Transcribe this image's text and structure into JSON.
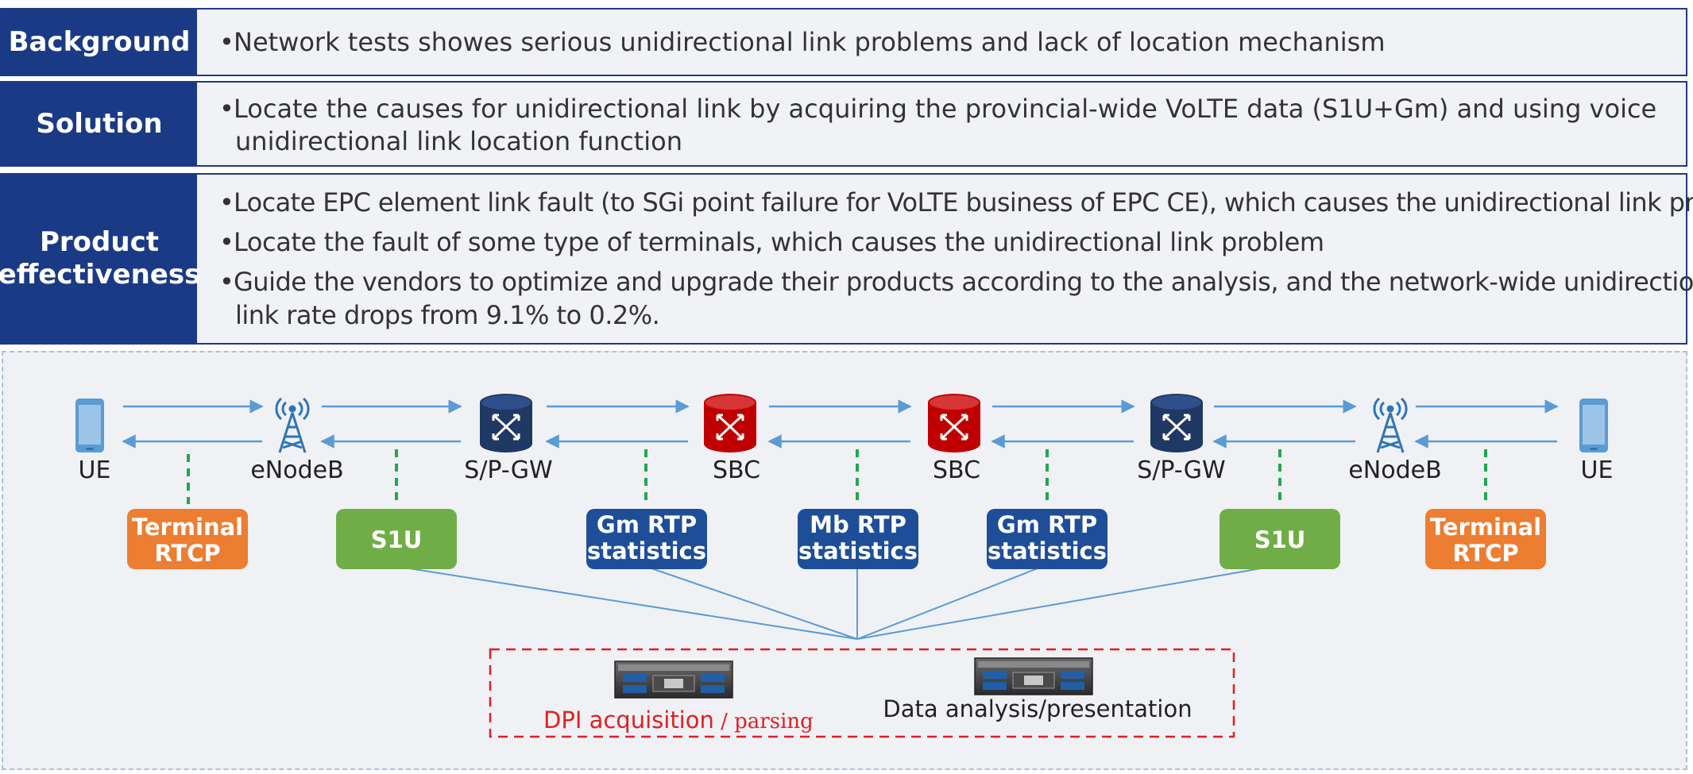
{
  "background": {
    "label": "Background",
    "text": "Network tests showes serious unidirectional link problems and lack of location mechanism"
  },
  "solution": {
    "label": "Solution",
    "line1": "Locate the causes for unidirectional link by acquiring the provincial-wide VoLTE data (S1U+Gm) and using voice",
    "line2": "unidirectional link location function"
  },
  "effectiveness": {
    "label_line1": "Product",
    "label_line2": "effectiveness",
    "b1": "Locate EPC element link fault (to SGi point failure for VoLTE business of EPC CE), which causes the unidirectional link  problem",
    "b2": "Locate the fault of some type of terminals, which causes the unidirectional link problem",
    "b3_line1": "Guide the vendors to optimize and upgrade their products according to the analysis, and the network-wide unidirectional",
    "b3_line2": "link rate drops from 9.1% to 0.2%."
  },
  "diagram": {
    "nodes": [
      "UE",
      "eNodeB",
      "S/P-GW",
      "SBC",
      "SBC",
      "S/P-GW",
      "eNodeB",
      "UE"
    ],
    "boxes": [
      {
        "line1": "Terminal",
        "line2": "RTCP",
        "color": "#ed7d31"
      },
      {
        "line1": "S1U",
        "line2": "",
        "color": "#70ad47"
      },
      {
        "line1": "Gm RTP",
        "line2": "statistics",
        "color": "#1f4e99"
      },
      {
        "line1": "Mb RTP",
        "line2": "statistics",
        "color": "#1f4e99"
      },
      {
        "line1": "Gm RTP",
        "line2": "statistics",
        "color": "#1f4e99"
      },
      {
        "line1": "S1U",
        "line2": "",
        "color": "#70ad47"
      },
      {
        "line1": "Terminal",
        "line2": "RTCP",
        "color": "#ed7d31"
      }
    ],
    "dpi_label_main": "DPI acquisition",
    "dpi_label_sub": " / parsing",
    "analysis_label": "Data analysis/presentation"
  },
  "colors": {
    "navy": "#1b3a86",
    "arrow": "#5b9bd5",
    "dash_green": "#1eaa4a",
    "red": "#e02020"
  }
}
